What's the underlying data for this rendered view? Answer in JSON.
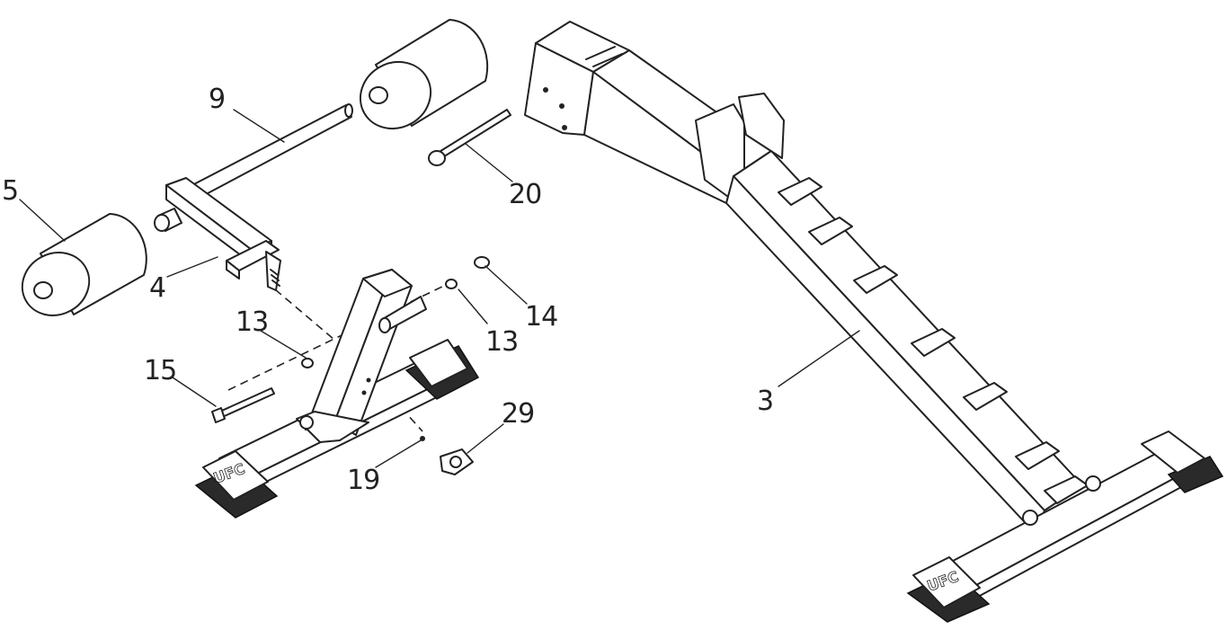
{
  "callouts": {
    "c5": "5",
    "c9": "9",
    "c4": "4",
    "c13a": "13",
    "c13b": "13",
    "c14": "14",
    "c15": "15",
    "c19": "19",
    "c29": "29",
    "c20": "20",
    "c3": "3"
  },
  "logos": {
    "front": "UFC",
    "rear": "UFC"
  }
}
